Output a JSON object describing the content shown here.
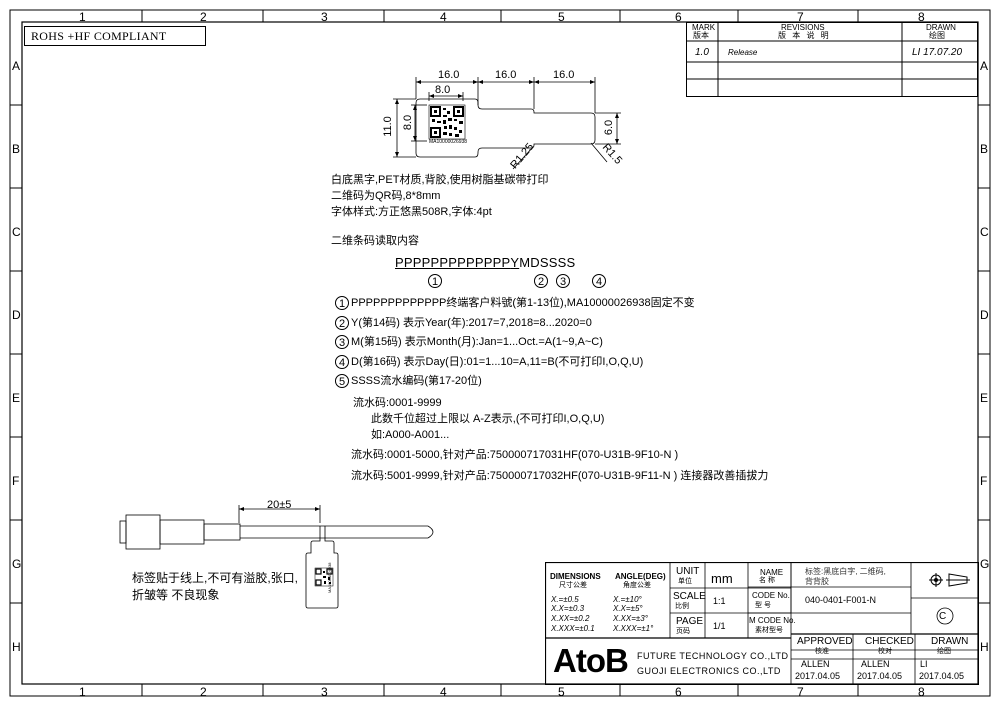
{
  "frame": {
    "col_labels": [
      "1",
      "2",
      "3",
      "4",
      "5",
      "6",
      "7",
      "8"
    ],
    "row_labels": [
      "A",
      "B",
      "C",
      "D",
      "E",
      "F",
      "G",
      "H"
    ]
  },
  "compliance": "ROHS +HF COMPLIANT",
  "revisions": {
    "mark_en": "MARK",
    "mark_cn": "版本",
    "rev_en": "REVISIONS",
    "rev_cn": "版 本 说 明",
    "drawn_en": "DRAWN",
    "drawn_cn": "绘图",
    "row": {
      "mark": "1.0",
      "desc": "Release",
      "drawn": "LI  17.07.20"
    }
  },
  "label_dims": {
    "w1": "16.0",
    "w2": "16.0",
    "w3": "16.0",
    "qr_w": "8.0",
    "h_total": "11.0",
    "qr_h": "8.0",
    "tail_h": "6.0",
    "r1": "R1.25",
    "r2": "R1.5",
    "code_text": "MA10000026938"
  },
  "notes": [
    "白底黑字,PET材质,背胶,使用树脂基碳带打印",
    "二维码为QR码,8*8mm",
    "字体样式:方正悠黑508R,字体:4pt"
  ],
  "qr_heading": "二维条码读取内容",
  "qr_format": {
    "p": "PPPPPPPPPPPPP",
    "y": "Y",
    "m": "M",
    "d": "D",
    "s": "SSSS"
  },
  "markers": [
    "1",
    "2",
    "3",
    "4",
    "5"
  ],
  "explain": [
    "PPPPPPPPPPPPP终端客户料號(第1-13位),MA10000026938固定不变",
    "Y(第14码) 表示Year(年):2017=7,2018=8...2020=0",
    "M(第15码) 表示Month(月):Jan=1...Oct.=A(1~9,A~C)",
    "D(第16码) 表示Day(日):01=1...10=A,11=B(不可打印I,O,Q,U)",
    "SSSS流水编码(第17-20位)"
  ],
  "serial": {
    "range": "流水码:0001-9999",
    "rule": "此数千位超过上限以 A-Z表示,(不可打印I,O,Q,U)",
    "example": "如:A000-A001...",
    "p1": "流水码:0001-5000,针对产品:750000717031HF(070-U31B-9F10-N )",
    "p2": "流水码:5001-9999,针对产品:750000717032HF(070-U31B-9F11-N ) 连接器改善插拔力"
  },
  "cable": {
    "dim": "20±5",
    "note1": "标签贴于线上,不可有溢胶,张口,",
    "note2": "折皱等 不良现象"
  },
  "title_block": {
    "dim_en": "DIMENSIONS",
    "dim_cn": "尺寸公差",
    "ang_en": "ANGLE(DEG)",
    "ang_cn": "角度公差",
    "tol_lin": [
      "X.=±0.5",
      "X.X=±0.3",
      "X.XX=±0.2",
      "X.XXX=±0.1"
    ],
    "tol_ang": [
      "X.=±10°",
      "X.X=±5°",
      "X.XX=±3°",
      "X.XXX=±1°"
    ],
    "unit_en": "UNIT",
    "unit_cn": "单位",
    "unit_val": "mm",
    "scale_en": "SCALE",
    "scale_cn": "比例",
    "scale_val": "1:1",
    "page_en": "PAGE",
    "page_cn": "页码",
    "page_val": "1/1",
    "name_en": "NAME",
    "name_cn": "名 称",
    "name_val1": "标签:黑底白字, 二维码,",
    "name_val2": "背背胶",
    "code_en": "CODE No.",
    "code_cn": "型 号",
    "code_val": "040-0401-F001-N",
    "mcode_en": "M CODE No.",
    "mcode_cn": "素材型号",
    "logo": "AtoB",
    "company1": "FUTURE TECHNOLOGY CO.,LTD",
    "company2": "GUOJI ELECTRONICS CO.,LTD",
    "approved_en": "APPROVED",
    "approved_cn": "核准",
    "approved_name": "ALLEN",
    "approved_date": "2017.04.05",
    "checked_en": "CHECKED",
    "checked_cn": "校对",
    "checked_name": "ALLEN",
    "checked_date": "2017.04.05",
    "drawn_en": "DRAWN",
    "drawn_cn": "绘图",
    "drawn_name": "LI",
    "drawn_date": "2017.04.05",
    "copyright": "C"
  }
}
